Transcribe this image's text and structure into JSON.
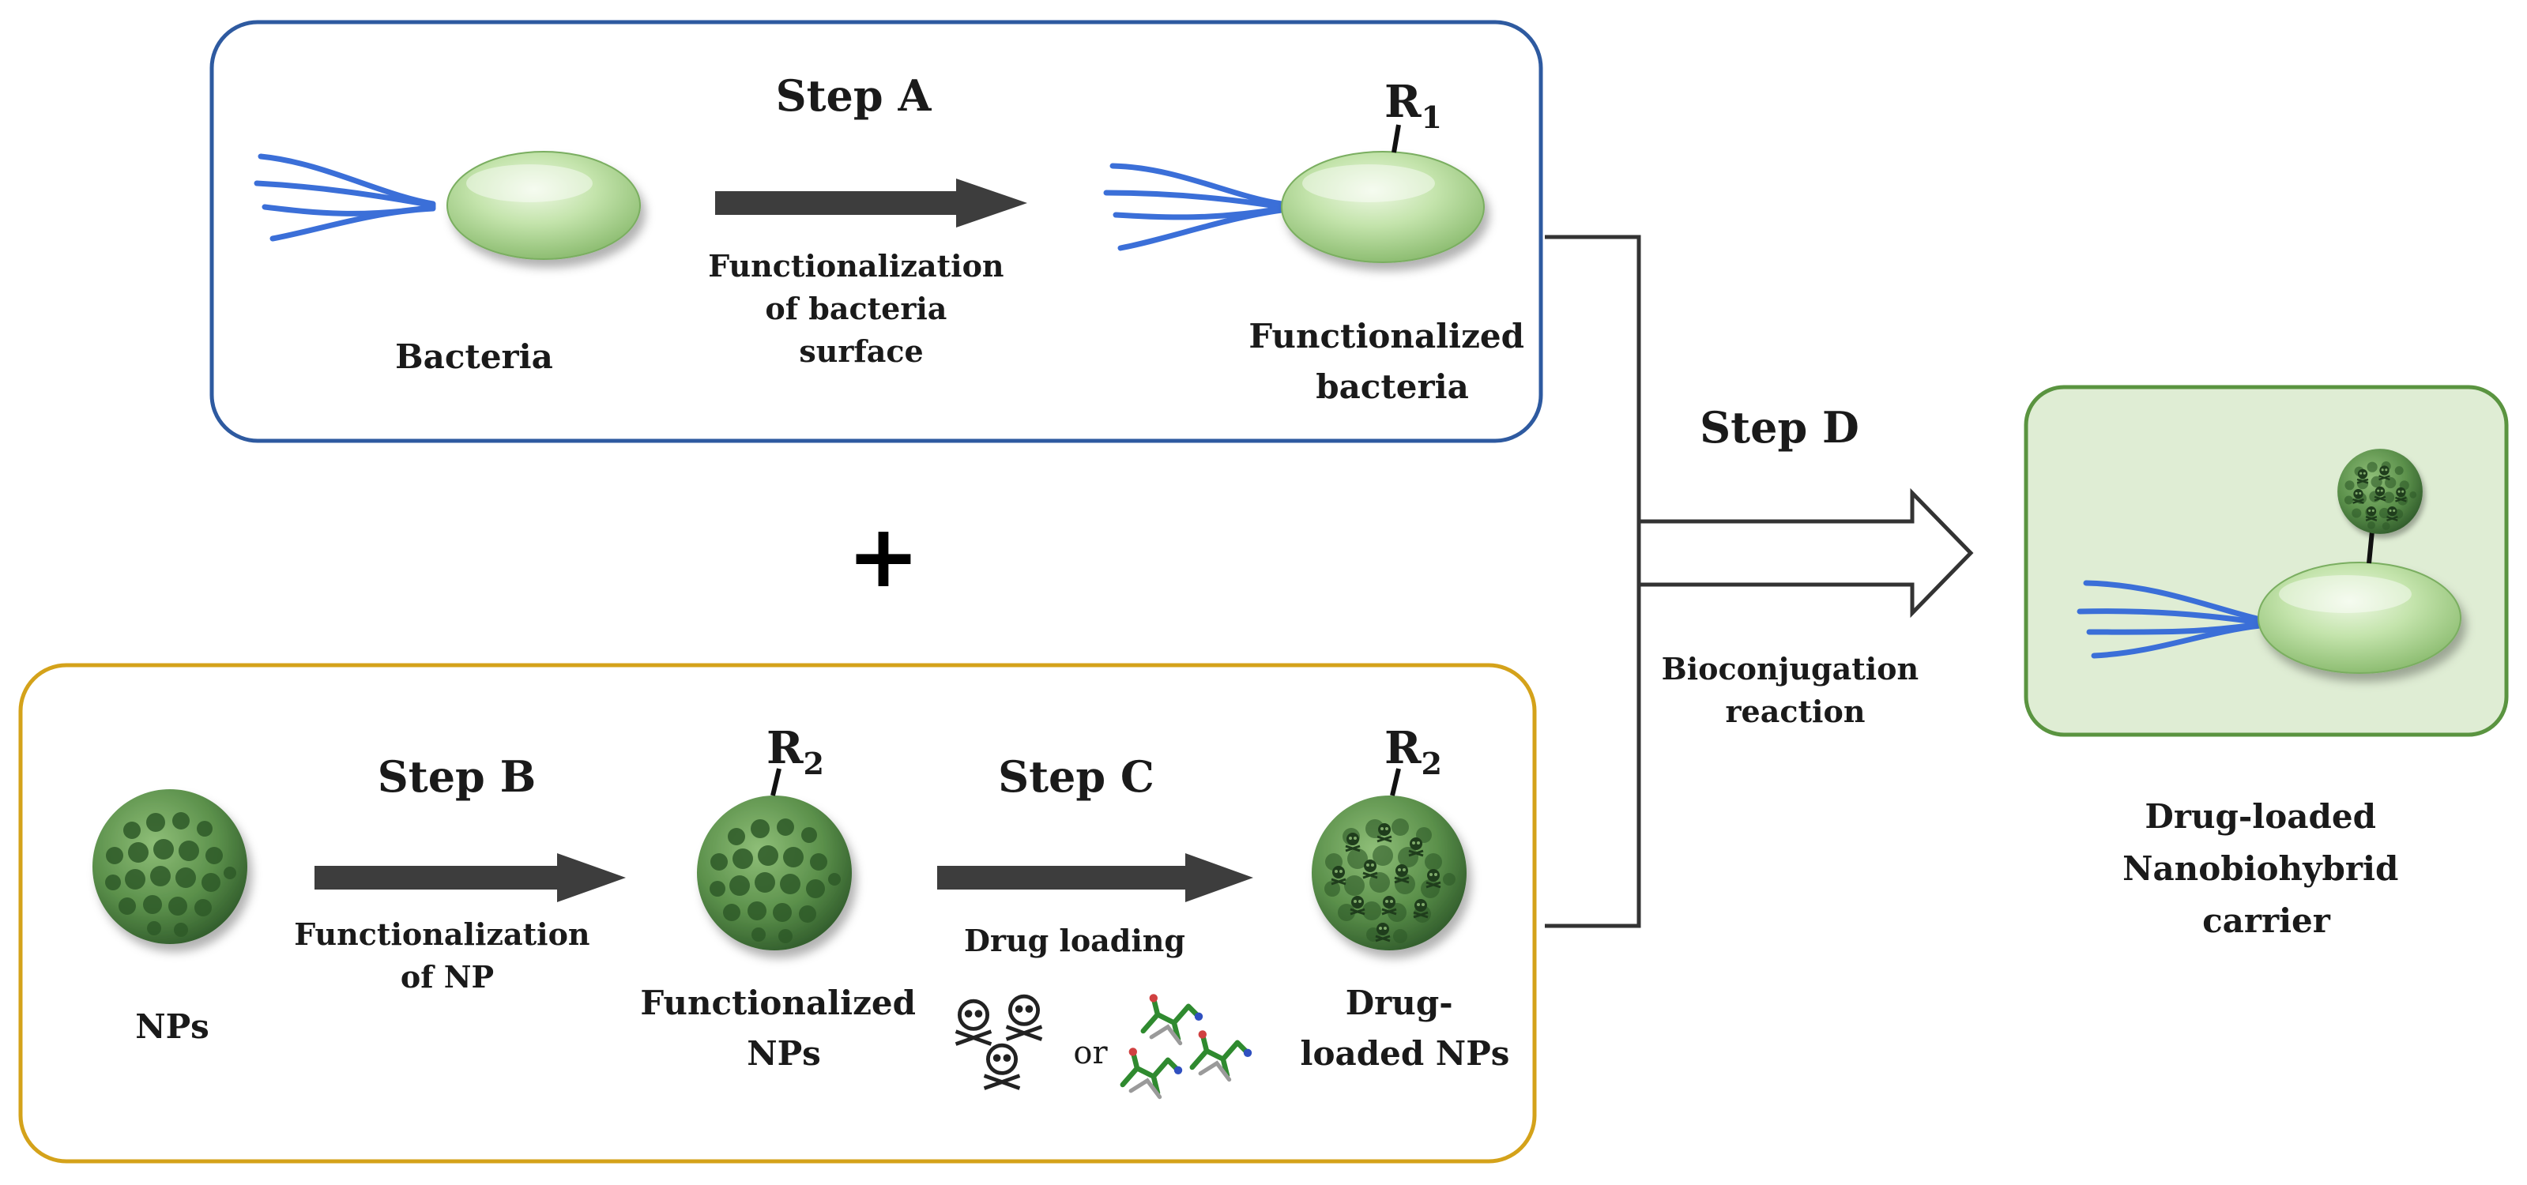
{
  "panel_a": {
    "step": "Step A",
    "arrow_caption": [
      "Functionalization",
      "of bacteria",
      "surface"
    ],
    "bacteria_label": "Bacteria",
    "functionalized_label": [
      "Functionalized",
      "bacteria"
    ],
    "group_label": "R",
    "group_sub": "1"
  },
  "plus": "+",
  "panel_b": {
    "step_b": "Step B",
    "step_b_caption": [
      "Functionalization",
      "of NP"
    ],
    "nps_label": "NPs",
    "functionalized_label": [
      "Functionalized",
      "NPs"
    ],
    "group_label": "R",
    "group_sub": "2",
    "step_c": "Step C",
    "step_c_caption": "Drug loading",
    "or": "or",
    "drug_loaded_label": [
      "Drug-",
      "loaded  NPs"
    ],
    "drug_loaded_group_label": "R",
    "drug_loaded_group_sub": "2"
  },
  "step_d": {
    "step": "Step D",
    "caption": [
      "Bioconjugation",
      "reaction"
    ]
  },
  "result": {
    "label": [
      "Drug-loaded",
      "Nanobiohybrid",
      "carrier"
    ]
  },
  "colors": {
    "panel_a_border": "#2e5aa0",
    "panel_b_border": "#d4a21a",
    "result_border": "#5a9440",
    "result_fill": "#dfedd4",
    "flagella": "#3b6fd8",
    "arrow": "#3d3d3d"
  }
}
